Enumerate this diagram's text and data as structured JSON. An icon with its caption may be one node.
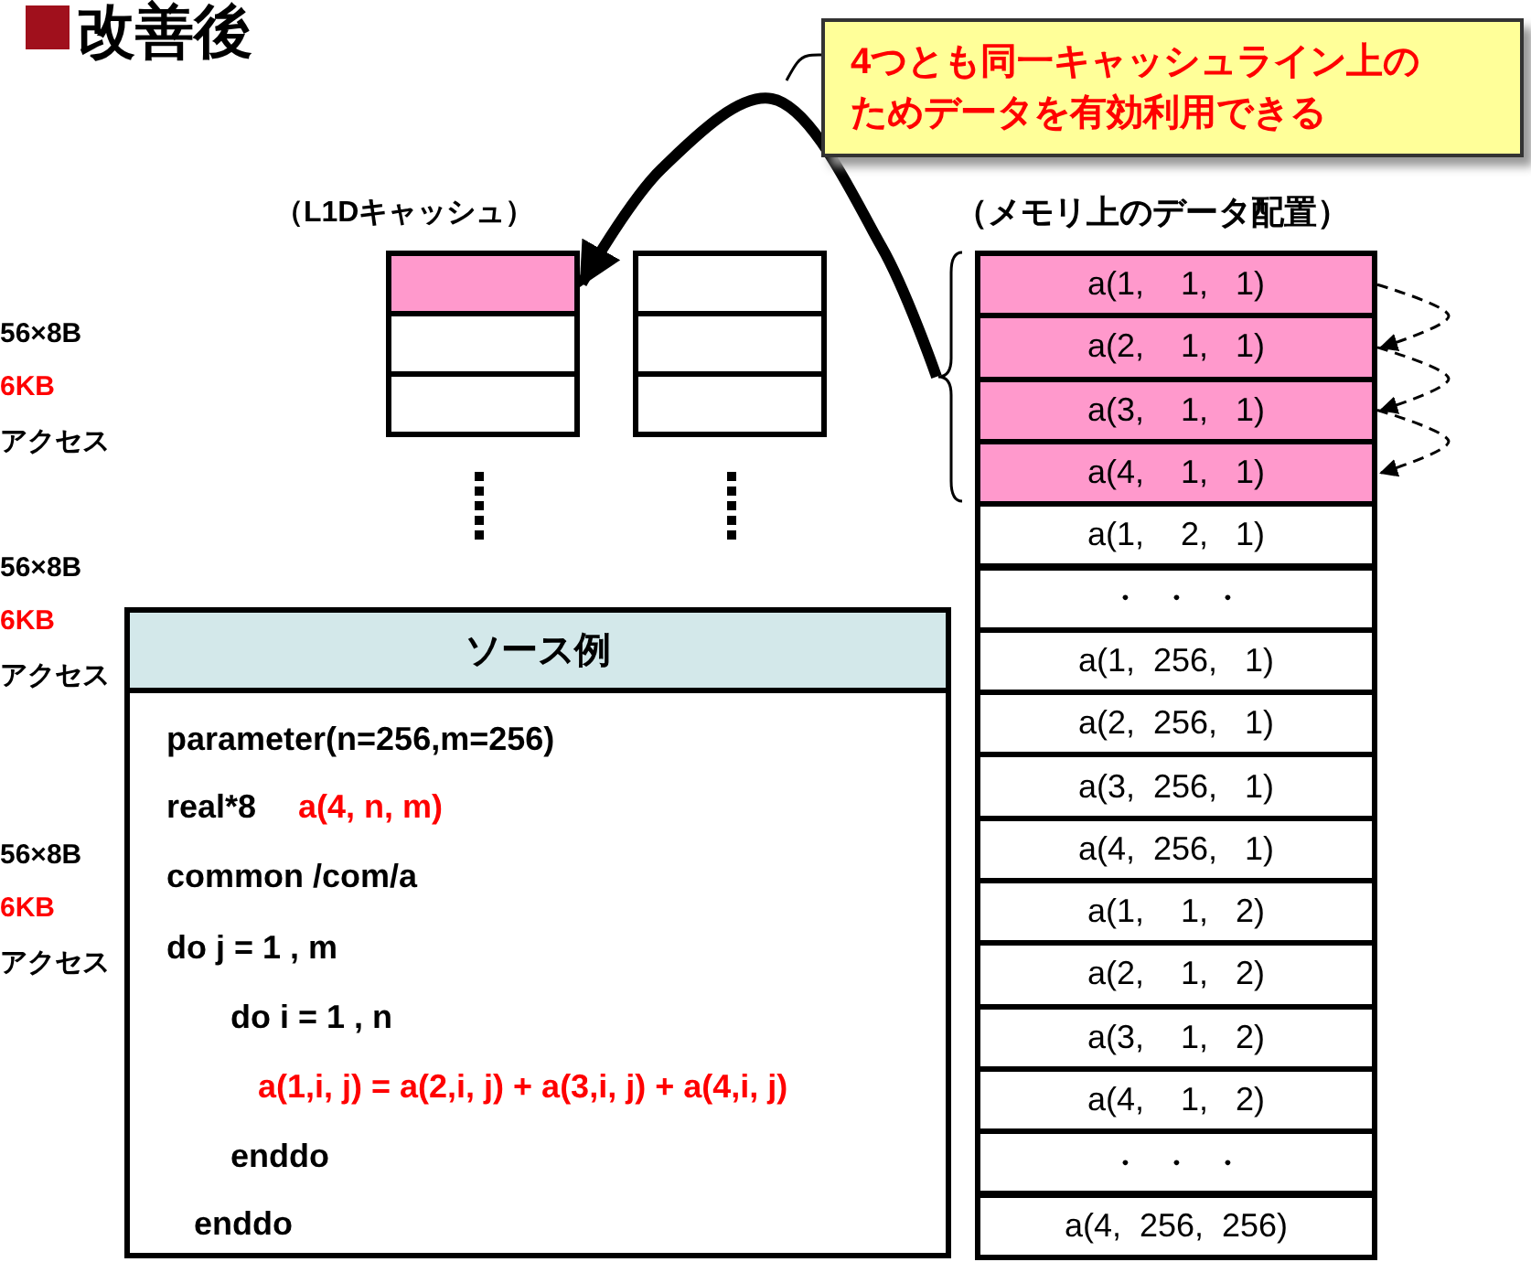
{
  "diagram": {
    "title": "改善後",
    "nodes": [
      {
        "text": [
          "4つとも同一キャッシュライン上のためデータを有効利用できる"
        ]
      },
      {
        "text": [],
        "shape": "box"
      },
      {
        "text": [],
        "shape": "box"
      },
      {
        "text": [],
        "shape": "box"
      },
      {
        "text": [],
        "shape": "box"
      },
      {
        "text": [],
        "shape": "box"
      },
      {
        "text": [],
        "shape": "box"
      },
      {
        "text": [],
        "shape": "brace"
      },
      {
        "text": [
          "a(1,    1,   1)"
        ]
      },
      {
        "text": [
          "a(2,    1,   1)"
        ]
      },
      {
        "text": [
          "a(3,    1,   1)"
        ]
      },
      {
        "text": [
          "a(4,    1,   1)"
        ]
      },
      {
        "text": [
          "a(1,    2,   1)"
        ]
      },
      {
        "text": [
          "・  ・  ・"
        ]
      },
      {
        "text": [
          "a(1,  256,   1)"
        ]
      },
      {
        "text": [
          "a(2,  256,   1)"
        ]
      },
      {
        "text": [
          "a(3,  256,   1)"
        ]
      },
      {
        "text": [
          "a(4,  256,   1)"
        ]
      },
      {
        "text": [
          "a(1,    1,   2)"
        ]
      },
      {
        "text": [
          "a(2,    1,   2)"
        ]
      },
      {
        "text": [
          "a(3,    1,   2)"
        ]
      },
      {
        "text": [
          "a(4,    1,   2)"
        ]
      },
      {
        "text": [
          "・  ・  ・"
        ]
      },
      {
        "text": [
          "a(4,  256,  256)"
        ]
      },
      {
        "text": [
          "ソース例",
          "parameter(n=256,m=256)",
          "real*8",
          "a(4, n, m)",
          "common /com/a",
          "do j = 1 , m",
          "do i = 1 , n",
          "a(1,i, j) = a(2,i, j) + a(3,i, j) + a(4,i, j)",
          "enddo",
          "enddo"
        ]
      }
    ],
    "edges": [
      {
        "from": 0,
        "to": null,
        "arrow": "none"
      },
      {
        "from": 7,
        "to": 1,
        "arrow": "to",
        "style": "thick"
      },
      {
        "from": 8,
        "to": 9,
        "arrow": "to",
        "style": "dashed"
      },
      {
        "from": 9,
        "to": 10,
        "arrow": "to",
        "style": "dashed"
      },
      {
        "from": 10,
        "to": 11,
        "arrow": "to",
        "style": "dashed"
      }
    ],
    "labels": [
      "（L1Dキャッシュ）",
      "（メモリ上のデータ配置）",
      "56×8B",
      "6KB",
      "アクセス",
      "56×8B",
      "6KB",
      "アクセス",
      "56×8B",
      "6KB",
      "アクセス"
    ]
  }
}
